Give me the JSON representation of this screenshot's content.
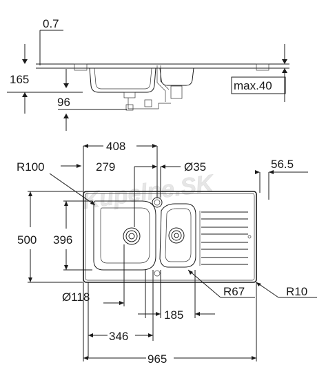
{
  "watermark": "Kupelne.SK",
  "side_view": {
    "dim_top": "0.7",
    "dim_left_height": "165",
    "dim_waste": "96",
    "dim_max": "max.40"
  },
  "top_view": {
    "dim_overall_width": "965",
    "dim_overall_depth": "500",
    "dim_bowl_depth": "396",
    "dim_408": "408",
    "dim_279": "279",
    "dim_tap_hole": "Ø35",
    "dim_56_5": "56.5",
    "dim_r100": "R100",
    "dim_r67": "R67",
    "dim_r10": "R10",
    "dim_waste_dia": "Ø118",
    "dim_185": "185",
    "dim_346": "346"
  }
}
